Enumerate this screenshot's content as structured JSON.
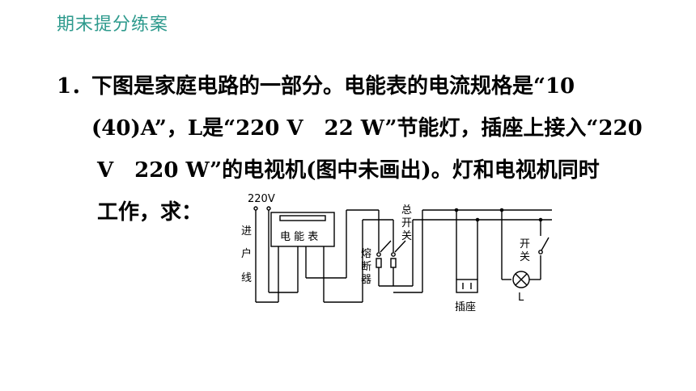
{
  "header": {
    "title": "期末提分练案"
  },
  "question": {
    "number": "1．",
    "lines": [
      "下图是家庭电路的一部分。电能表的电流规格是“10",
      "(40)A”，L是“220 V　22 W”节能灯，插座上接入“220",
      "V　220 W”的电视机(图中未画出)。灯和电视机同时",
      "工作，求："
    ]
  },
  "diagram": {
    "voltage": "220V",
    "incoming_line": [
      "进",
      "户",
      "线"
    ],
    "meter": "电 能 表",
    "fuse": [
      "熔",
      "断",
      "器"
    ],
    "main_switch": [
      "总",
      "开",
      "关"
    ],
    "socket": "插座",
    "switch": [
      "开",
      "关"
    ],
    "lamp": "L"
  }
}
